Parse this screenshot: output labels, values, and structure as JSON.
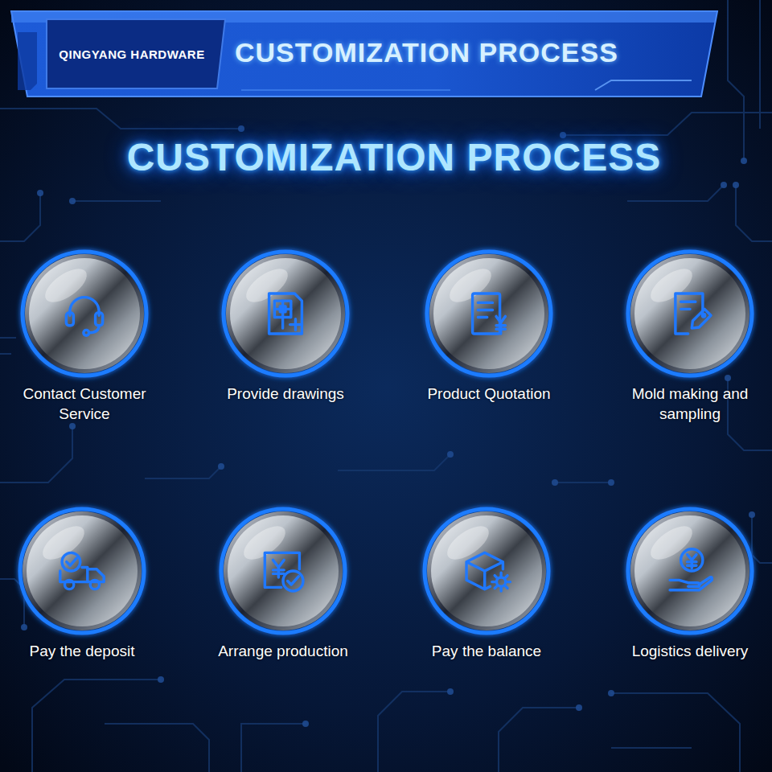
{
  "diagram": {
    "title": "CUSTOMIZATION PROCESS",
    "nodes": [
      {
        "text": [
          "Contact Customer Service"
        ]
      },
      {
        "text": [
          "Provide drawings"
        ]
      },
      {
        "text": [
          "Product Quotation"
        ]
      },
      {
        "text": [
          "Mold making and sampling"
        ]
      },
      {
        "text": [
          "Pay the deposit"
        ]
      },
      {
        "text": [
          "Arrange production"
        ]
      },
      {
        "text": [
          "Pay the balance"
        ]
      },
      {
        "text": [
          "Logistics delivery"
        ]
      }
    ],
    "edges": [
      {
        "from": 0,
        "to": 1,
        "arrow": "to"
      },
      {
        "from": 1,
        "to": 2,
        "arrow": "to"
      },
      {
        "from": 2,
        "to": 3,
        "arrow": "to"
      },
      {
        "from": 3,
        "to": 7,
        "arrow": "to"
      },
      {
        "from": 6,
        "to": 7,
        "arrow": "to"
      },
      {
        "from": 6,
        "to": 5,
        "arrow": "to"
      },
      {
        "from": 5,
        "to": 4,
        "arrow": "to"
      }
    ],
    "labels": [
      "QINGYANG HARDWARE",
      "CUSTOMIZATION PROCESS"
    ]
  }
}
